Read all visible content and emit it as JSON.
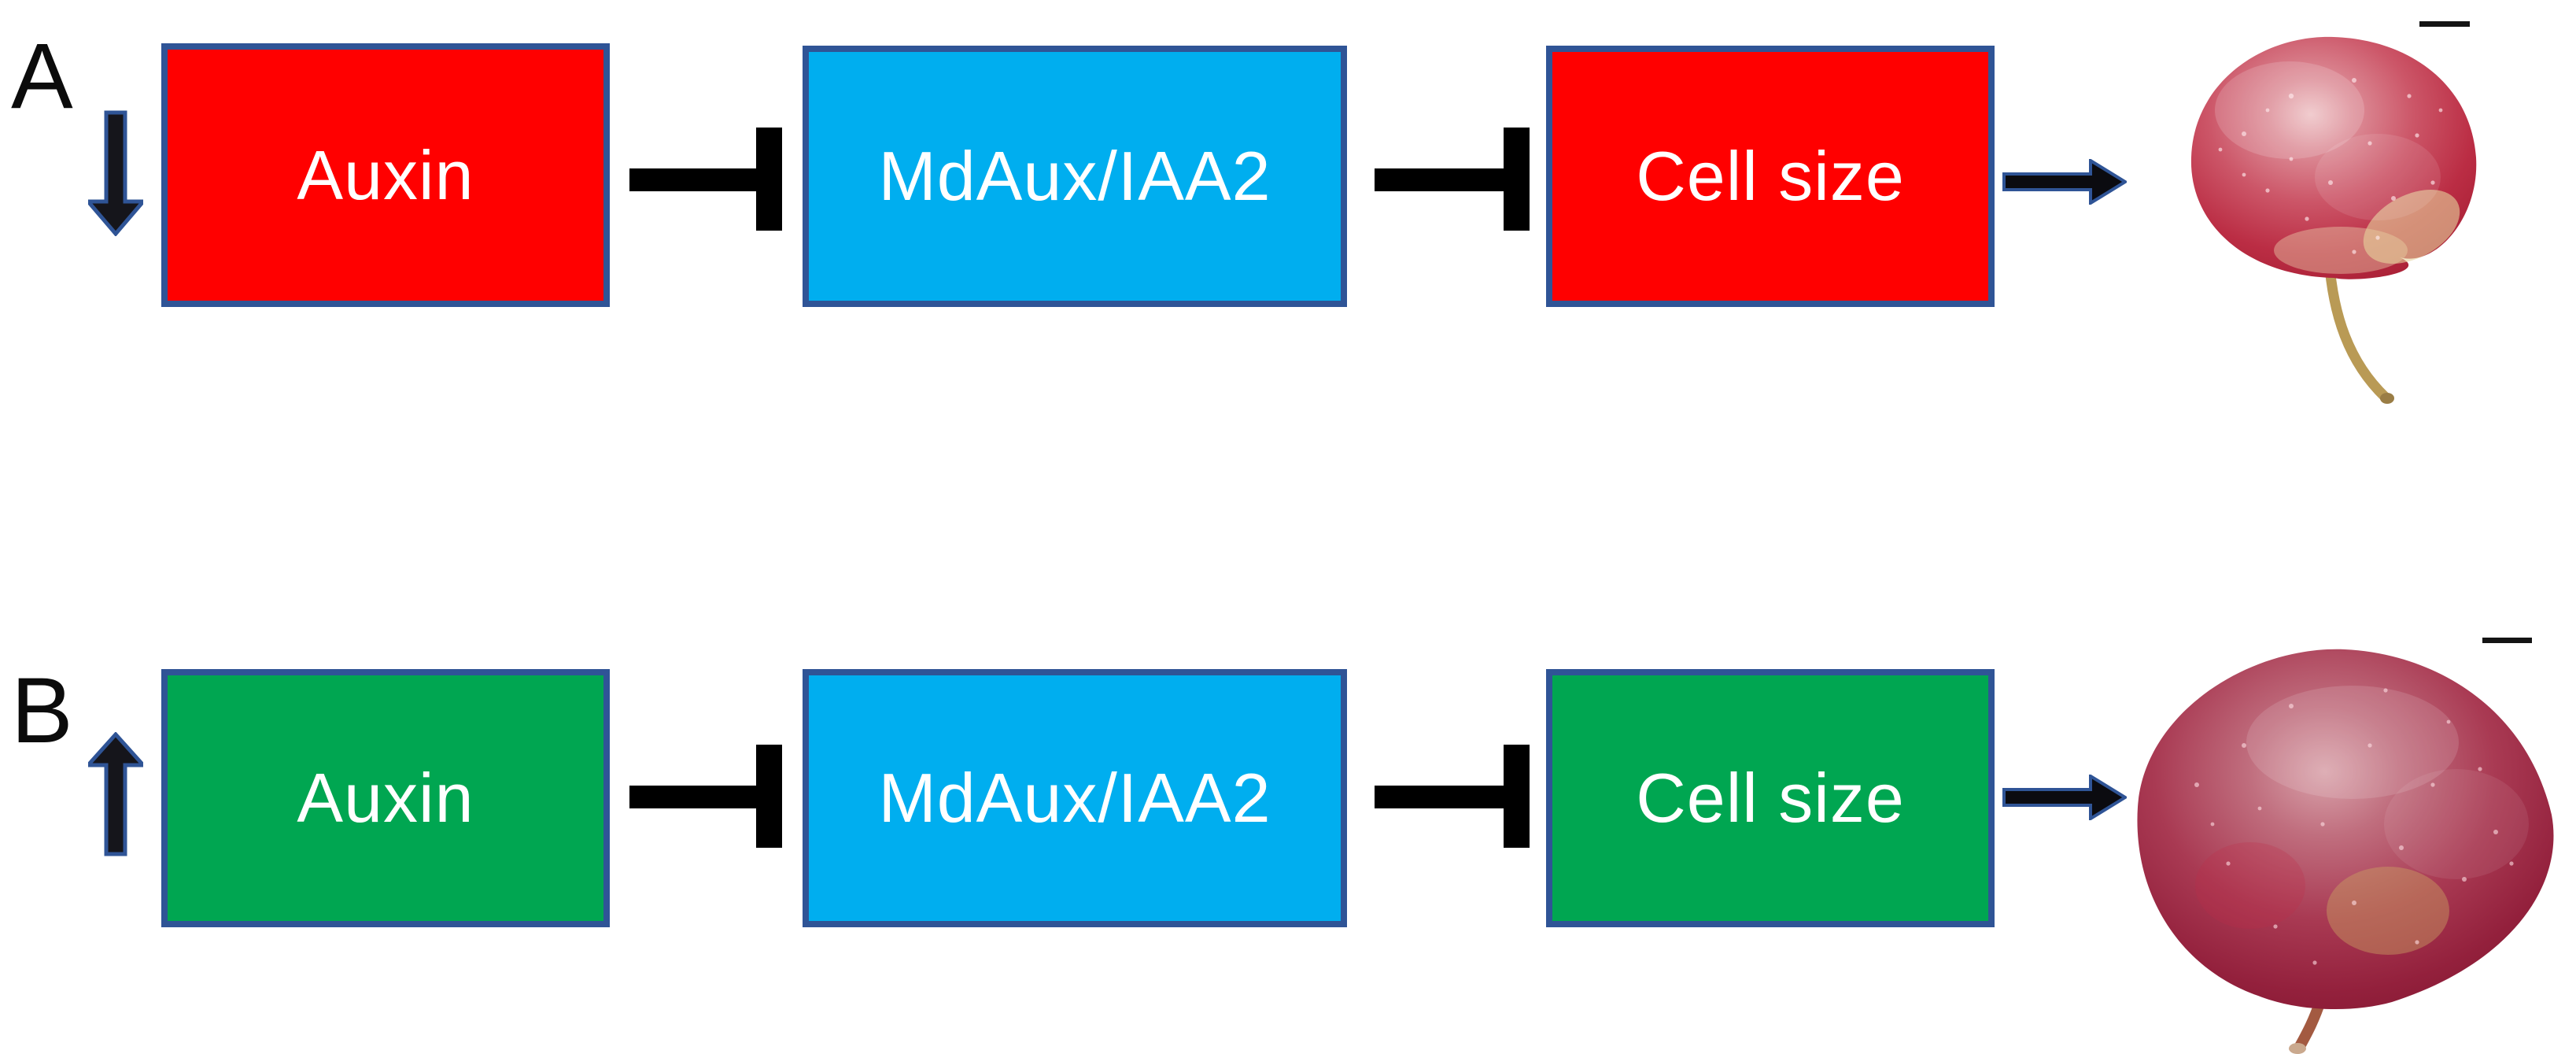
{
  "figure": {
    "background": "#ffffff",
    "panels": [
      {
        "label": "A",
        "trend_arrow": "down",
        "nodes": [
          {
            "label": "Auxin",
            "fill": "#ff0000"
          },
          {
            "label": "MdAux/IAA2",
            "fill": "#00aeef"
          },
          {
            "label": "Cell size",
            "fill": "#ff0000"
          }
        ],
        "connectors": [
          "inhibition-bar",
          "inhibition-bar",
          "arrow"
        ],
        "outcome_icon": "small-red-apple-icon",
        "scale_bar": true
      },
      {
        "label": "B",
        "trend_arrow": "up",
        "nodes": [
          {
            "label": "Auxin",
            "fill": "#00a651"
          },
          {
            "label": "MdAux/IAA2",
            "fill": "#00aeef"
          },
          {
            "label": "Cell size",
            "fill": "#00a651"
          }
        ],
        "connectors": [
          "inhibition-bar",
          "inhibition-bar",
          "arrow"
        ],
        "outcome_icon": "large-red-apple-icon",
        "scale_bar": true
      }
    ],
    "colors": {
      "box_border": "#2f5496",
      "red": "#ff0000",
      "green": "#00a651",
      "blue": "#00aeef",
      "connector_black": "#000000",
      "arrow_outline": "#2f5496"
    }
  }
}
